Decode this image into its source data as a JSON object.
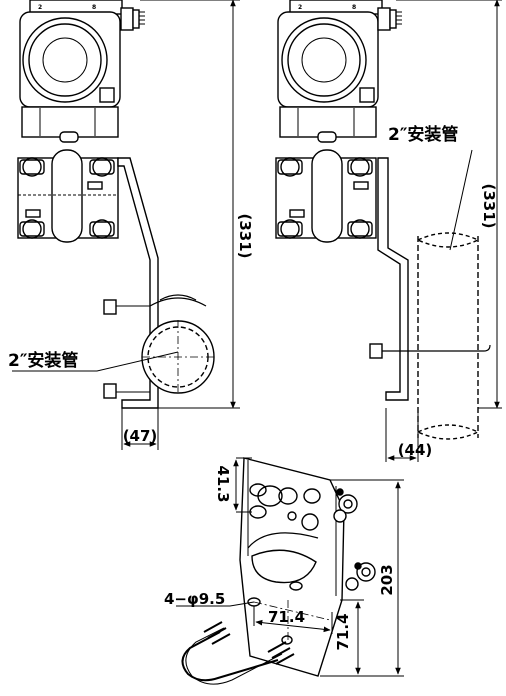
{
  "diagram": {
    "left_view": {
      "pipe_label": "2″安装管",
      "dim_height": "(331)",
      "dim_width": "(47)"
    },
    "right_view": {
      "pipe_label": "2″安装管",
      "dim_height": "(331)",
      "dim_width": "(44)"
    },
    "bracket_view": {
      "dim_top": "41.3",
      "dim_hole": "4−φ9.5",
      "dim_span": "71.4",
      "dim_lower": "71.4",
      "dim_height": "203"
    },
    "housing_marks": {
      "terminal_a": "2",
      "terminal_b": "8"
    }
  }
}
